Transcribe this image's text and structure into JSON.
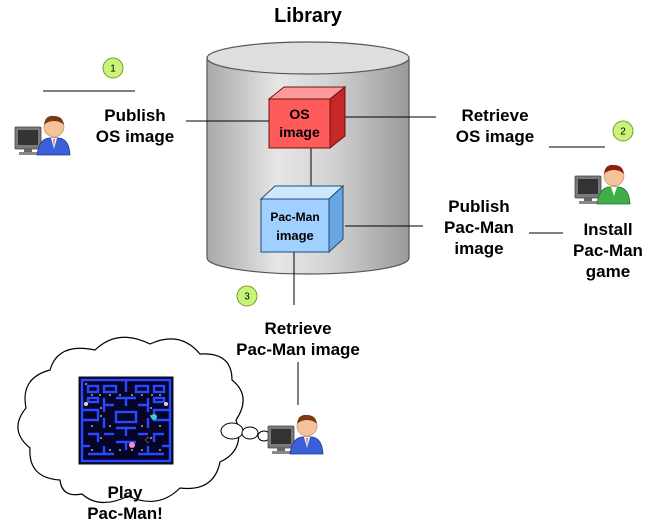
{
  "title": "Library",
  "steps": {
    "one": "1",
    "two": "2",
    "three": "3"
  },
  "labels": {
    "publish_os_line1": "Publish",
    "publish_os_line2": "OS image",
    "retrieve_os_line1": "Retrieve",
    "retrieve_os_line2": "OS image",
    "publish_pacman_line1": "Publish",
    "publish_pacman_line2": "Pac-Man",
    "publish_pacman_line3": "image",
    "install_line1": "Install",
    "install_line2": "Pac-Man",
    "install_line3": "game",
    "retrieve_pacman_line1": "Retrieve",
    "retrieve_pacman_line2": "Pac-Man image",
    "play_line1": "Play",
    "play_line2": "Pac-Man!"
  },
  "boxes": {
    "os_line1": "OS",
    "os_line2": "image",
    "pacman_line1": "Pac-Man",
    "pacman_line2": "image"
  },
  "colors": {
    "os_box": "#ff5b5b",
    "pacman_box": "#9fd0ff",
    "library_cylinder": "#cfcfcf",
    "step_badge": "#c9f47a",
    "user_shirt_blue": "#3b5fd9",
    "user_shirt_green": "#3fae49"
  }
}
